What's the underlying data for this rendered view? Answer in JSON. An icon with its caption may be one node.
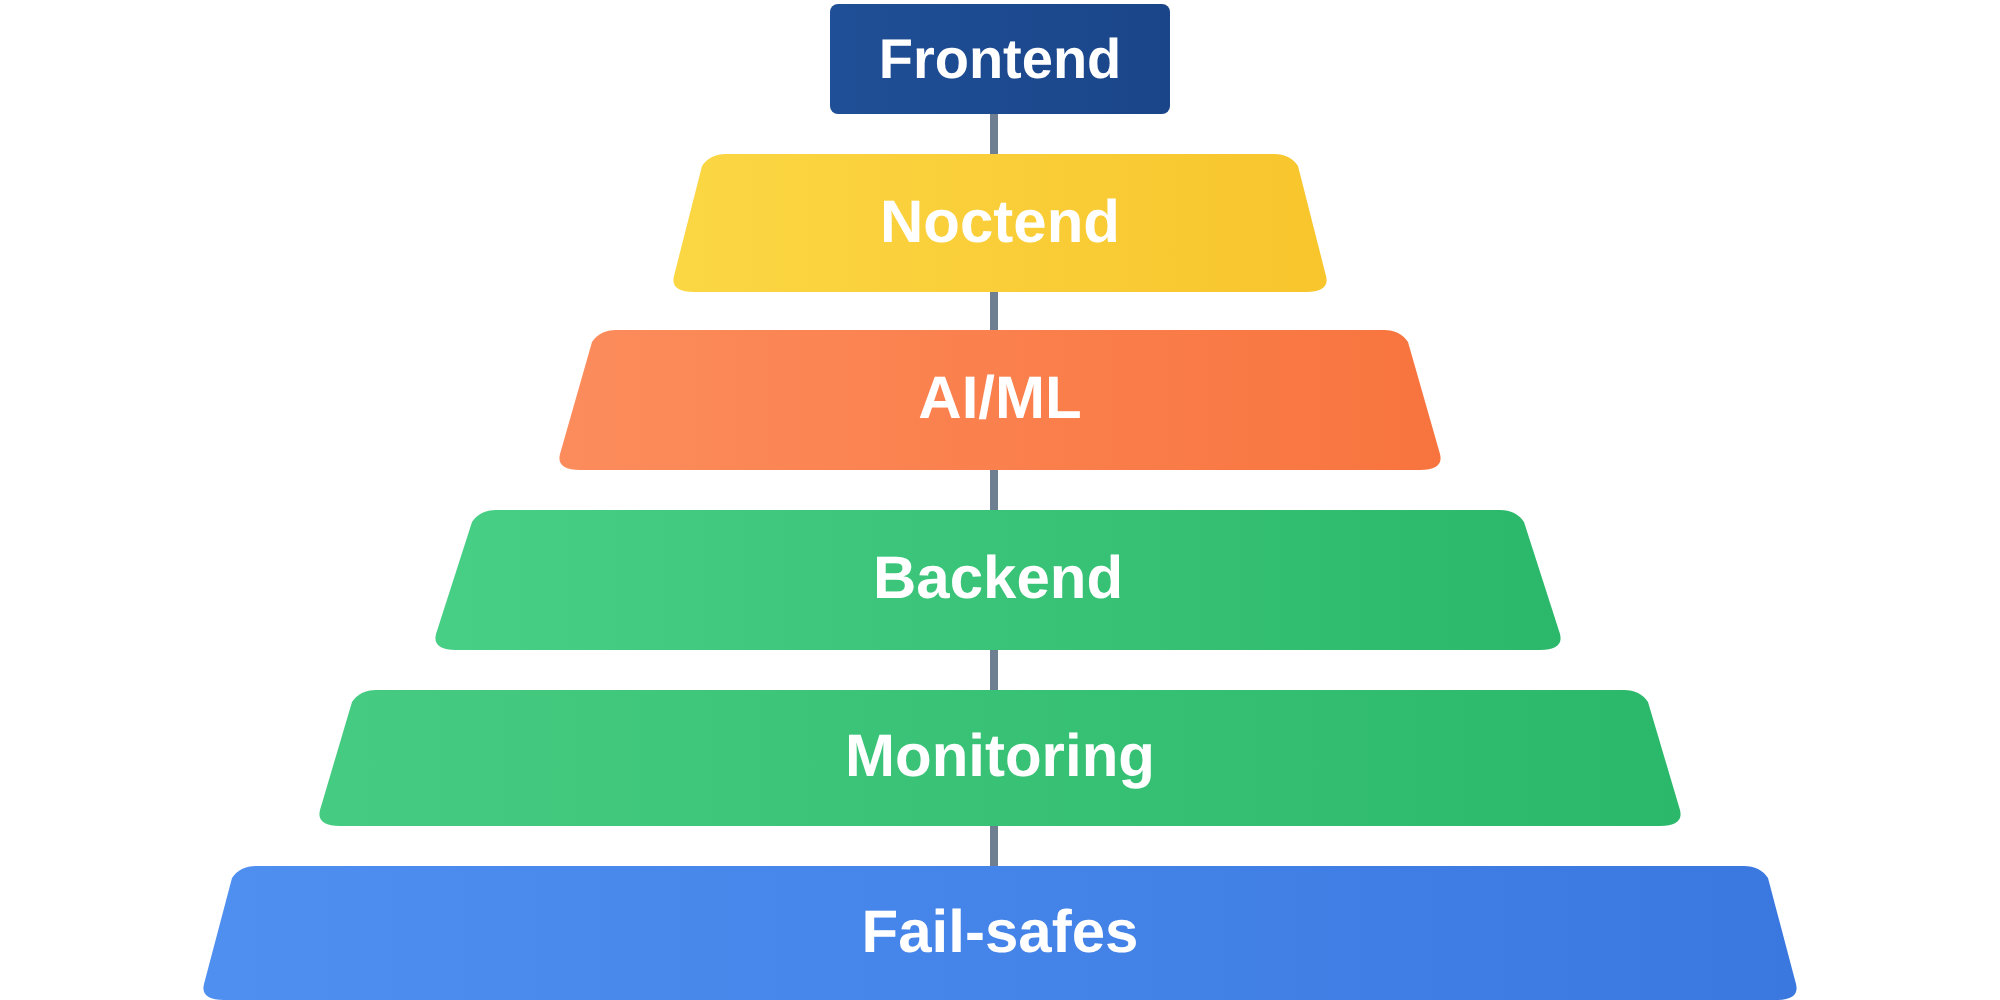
{
  "diagram": {
    "nodes": [
      {
        "text": [
          "Frontend"
        ]
      },
      {
        "text": [
          "Noctend"
        ]
      },
      {
        "text": [
          "AI/ML"
        ]
      },
      {
        "text": [
          "Backend"
        ]
      },
      {
        "text": [
          "Monitoring"
        ]
      },
      {
        "text": [
          "Fail-safes"
        ]
      }
    ],
    "edges": [
      {
        "from": 0,
        "to": 1,
        "arrow": "none"
      },
      {
        "from": 1,
        "to": 2,
        "arrow": "none"
      },
      {
        "from": 2,
        "to": 3,
        "arrow": "none"
      },
      {
        "from": 3,
        "to": 4,
        "arrow": "none"
      },
      {
        "from": 4,
        "to": 5,
        "arrow": "none"
      }
    ]
  }
}
